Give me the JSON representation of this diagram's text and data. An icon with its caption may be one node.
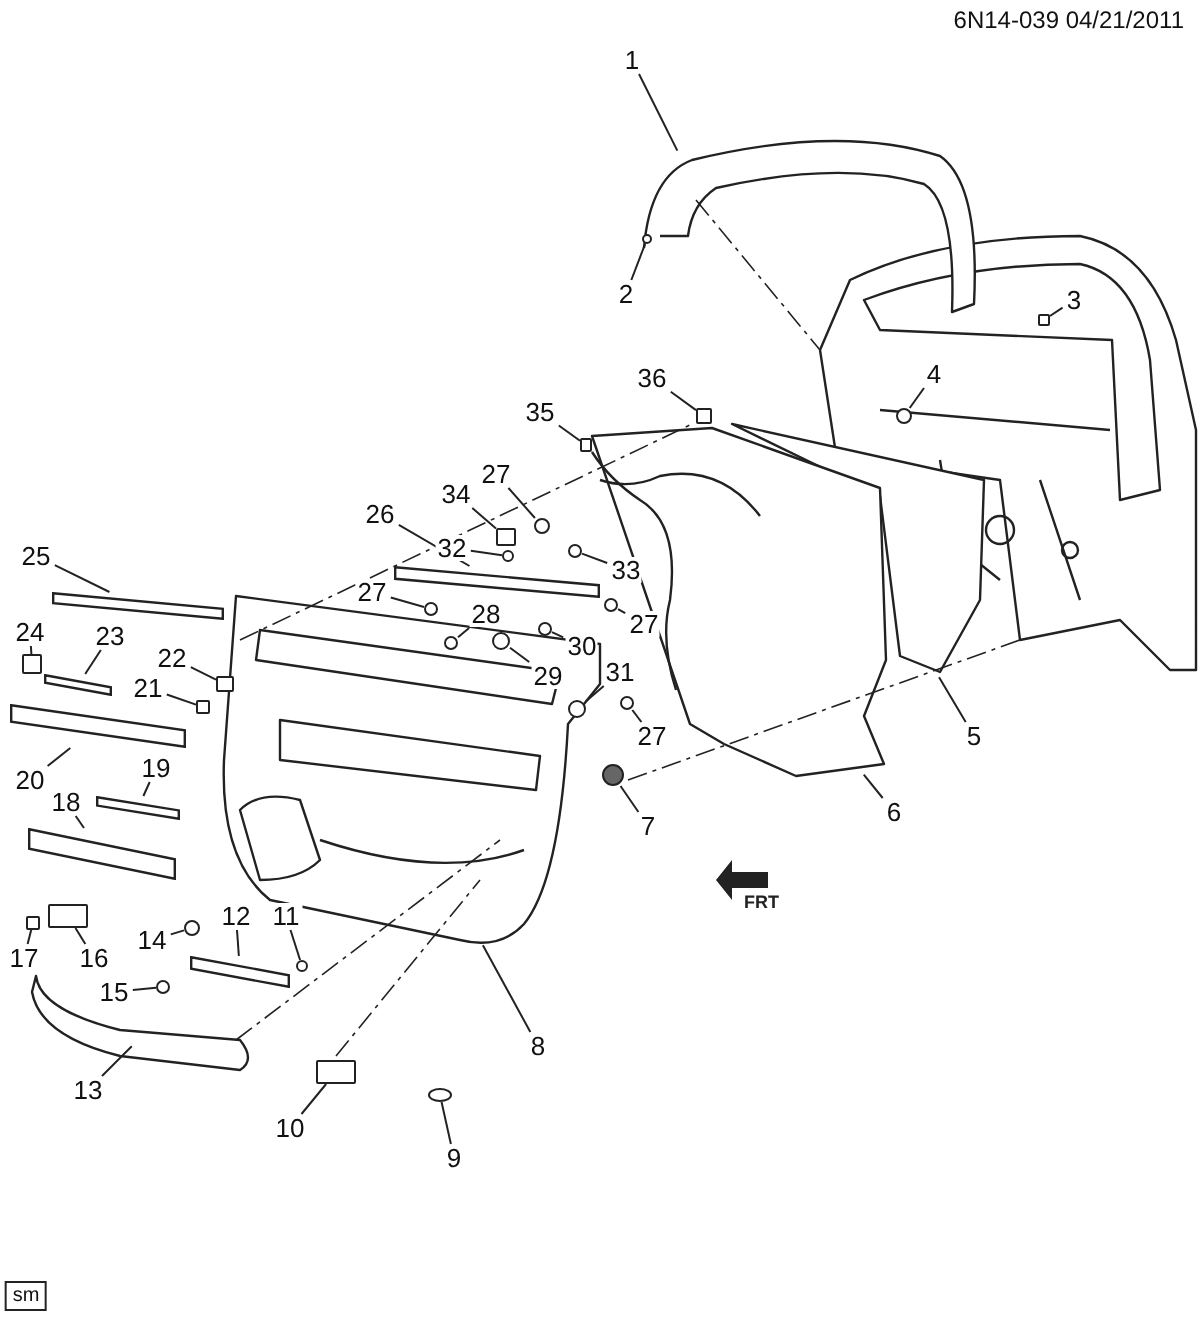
{
  "diagram": {
    "nodes": [
      {
        "text": [
          "1"
        ]
      },
      {
        "text": [
          "2"
        ]
      },
      {
        "text": [
          "3"
        ]
      },
      {
        "text": [
          "4"
        ]
      },
      {
        "text": [
          "36"
        ]
      },
      {
        "text": [
          "35"
        ]
      },
      {
        "text": [
          "27"
        ]
      },
      {
        "text": [
          "34"
        ]
      },
      {
        "text": [
          "26"
        ]
      },
      {
        "text": [
          "32"
        ]
      },
      {
        "text": [
          "33"
        ]
      },
      {
        "text": [
          "25"
        ]
      },
      {
        "text": [
          "27"
        ]
      },
      {
        "text": [
          "24"
        ]
      },
      {
        "text": [
          "23"
        ]
      },
      {
        "text": [
          "28"
        ]
      },
      {
        "text": [
          "30"
        ]
      },
      {
        "text": [
          "29"
        ]
      },
      {
        "text": [
          "27"
        ]
      },
      {
        "text": [
          "22"
        ]
      },
      {
        "text": [
          "21"
        ]
      },
      {
        "text": [
          "31"
        ]
      },
      {
        "text": [
          "27"
        ]
      },
      {
        "text": [
          "20"
        ]
      },
      {
        "text": [
          "19"
        ]
      },
      {
        "text": [
          "7"
        ]
      },
      {
        "text": [
          "5"
        ]
      },
      {
        "text": [
          "6"
        ]
      },
      {
        "text": [
          "18"
        ]
      },
      {
        "text": [
          "17"
        ]
      },
      {
        "text": [
          "16"
        ]
      },
      {
        "text": [
          "14"
        ]
      },
      {
        "text": [
          "12"
        ]
      },
      {
        "text": [
          "11"
        ]
      },
      {
        "text": [
          "15"
        ]
      },
      {
        "text": [
          "13"
        ]
      },
      {
        "text": [
          "8"
        ]
      },
      {
        "text": [
          "10"
        ]
      },
      {
        "text": [
          "9"
        ]
      },
      {
        "text": [
          "sm"
        ]
      },
      {
        "text": [],
        "shape": "circle"
      },
      {
        "text": [],
        "shape": "box"
      },
      {
        "text": [],
        "shape": "circle"
      },
      {
        "text": [],
        "shape": "box"
      },
      {
        "text": [],
        "shape": "box"
      },
      {
        "text": [],
        "shape": "circle"
      },
      {
        "text": [],
        "shape": "box"
      },
      {
        "text": [],
        "shape": "bar"
      },
      {
        "text": [],
        "shape": "circle"
      },
      {
        "text": [],
        "shape": "circle"
      },
      {
        "text": [],
        "shape": "bar"
      },
      {
        "text": [],
        "shape": "circle"
      },
      {
        "text": [],
        "shape": "box"
      },
      {
        "text": [],
        "shape": "bar"
      },
      {
        "text": [],
        "shape": "circle"
      },
      {
        "text": [],
        "shape": "circle"
      },
      {
        "text": [],
        "shape": "circle"
      },
      {
        "text": [],
        "shape": "circle"
      },
      {
        "text": [],
        "shape": "box"
      },
      {
        "text": [],
        "shape": "box"
      },
      {
        "text": [],
        "shape": "circle"
      },
      {
        "text": [],
        "shape": "circle"
      },
      {
        "text": [],
        "shape": "bar"
      },
      {
        "text": [],
        "shape": "bar"
      },
      {
        "text": [],
        "shape": "circle"
      },
      {
        "text": [],
        "shape": "bar"
      },
      {
        "text": [],
        "shape": "box"
      },
      {
        "text": [],
        "shape": "box"
      },
      {
        "text": [],
        "shape": "circle"
      },
      {
        "text": [],
        "shape": "bar"
      },
      {
        "text": [],
        "shape": "circle"
      },
      {
        "text": [],
        "shape": "circle"
      },
      {
        "text": [],
        "shape": "box"
      },
      {
        "text": [],
        "shape": "circle"
      }
    ],
    "edges": [
      {
        "from": 0,
        "to": null,
        "arrow": "none"
      },
      {
        "from": 1,
        "to": 40,
        "arrow": "none"
      },
      {
        "from": 2,
        "to": 41,
        "arrow": "none"
      },
      {
        "from": 3,
        "to": 42,
        "arrow": "none"
      },
      {
        "from": 4,
        "to": 43,
        "arrow": "none"
      },
      {
        "from": 5,
        "to": 44,
        "arrow": "none"
      },
      {
        "from": 6,
        "to": 45,
        "arrow": "none"
      },
      {
        "from": 7,
        "to": 46,
        "arrow": "none"
      },
      {
        "from": 8,
        "to": 47,
        "arrow": "none"
      },
      {
        "from": 9,
        "to": 48,
        "arrow": "none"
      },
      {
        "from": 10,
        "to": 49,
        "arrow": "none"
      },
      {
        "from": 11,
        "to": 50,
        "arrow": "none"
      },
      {
        "from": 12,
        "to": 51,
        "arrow": "none"
      },
      {
        "from": 13,
        "to": 52,
        "arrow": "none"
      },
      {
        "from": 14,
        "to": 53,
        "arrow": "none"
      },
      {
        "from": 15,
        "to": 54,
        "arrow": "none"
      },
      {
        "from": 16,
        "to": 55,
        "arrow": "none"
      },
      {
        "from": 17,
        "to": 56,
        "arrow": "none"
      },
      {
        "from": 18,
        "to": 57,
        "arrow": "none"
      },
      {
        "from": 19,
        "to": 58,
        "arrow": "none"
      },
      {
        "from": 20,
        "to": 59,
        "arrow": "none"
      },
      {
        "from": 21,
        "to": 60,
        "arrow": "none"
      },
      {
        "from": 22,
        "to": 61,
        "arrow": "none"
      },
      {
        "from": 23,
        "to": 62,
        "arrow": "none"
      },
      {
        "from": 24,
        "to": 63,
        "arrow": "none"
      },
      {
        "from": 25,
        "to": 64,
        "arrow": "none"
      },
      {
        "from": 26,
        "to": null,
        "arrow": "none"
      },
      {
        "from": 27,
        "to": null,
        "arrow": "none"
      },
      {
        "from": 28,
        "to": 65,
        "arrow": "none"
      },
      {
        "from": 29,
        "to": 66,
        "arrow": "none"
      },
      {
        "from": 30,
        "to": 67,
        "arrow": "none"
      },
      {
        "from": 31,
        "to": 68,
        "arrow": "none"
      },
      {
        "from": 32,
        "to": 69,
        "arrow": "none"
      },
      {
        "from": 33,
        "to": 70,
        "arrow": "none"
      },
      {
        "from": 34,
        "to": 71,
        "arrow": "none"
      },
      {
        "from": 35,
        "to": null,
        "arrow": "none"
      },
      {
        "from": 36,
        "to": null,
        "arrow": "none"
      },
      {
        "from": 37,
        "to": 72,
        "arrow": "none"
      },
      {
        "from": 38,
        "to": 73,
        "arrow": "none"
      }
    ],
    "labels": [
      "6N14-039 04/21/2011",
      "FRT"
    ]
  }
}
